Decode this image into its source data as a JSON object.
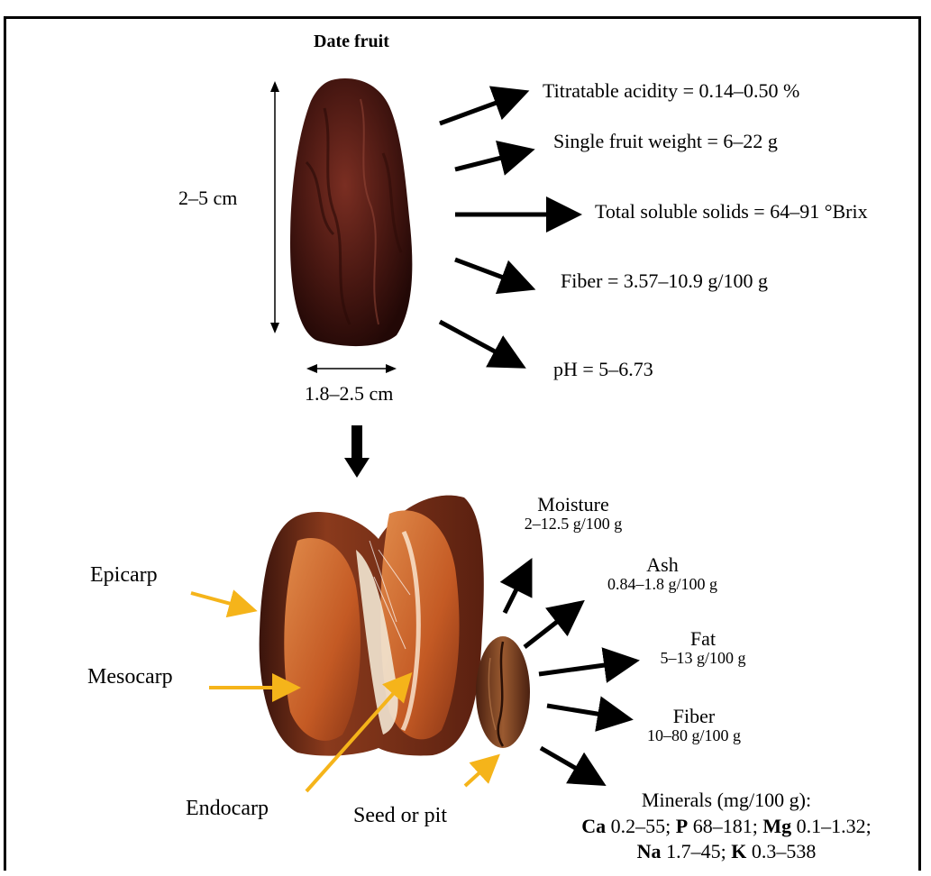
{
  "title": "Date fruit",
  "dimensions": {
    "length": "2–5 cm",
    "width": "1.8–2.5 cm"
  },
  "whole_fruit_properties": [
    {
      "text": "Titratable acidity = 0.14–0.50 %"
    },
    {
      "text": "Single fruit weight = 6–22 g"
    },
    {
      "text": "Total soluble solids = 64–91 °Brix"
    },
    {
      "text": "Fiber = 3.57–10.9 g/100 g"
    },
    {
      "text": "pH = 5–6.73"
    }
  ],
  "parts": {
    "epicarp": "Epicarp",
    "mesocarp": "Mesocarp",
    "endocarp": "Endocarp",
    "seed": "Seed or pit"
  },
  "seed_composition": {
    "moisture": {
      "name": "Moisture",
      "value": "2–12.5 g/100 g"
    },
    "ash": {
      "name": "Ash",
      "value": "0.84–1.8 g/100 g"
    },
    "fat": {
      "name": "Fat",
      "value": "5–13 g/100 g"
    },
    "fiber": {
      "name": "Fiber",
      "value": "10–80 g/100 g"
    },
    "minerals": {
      "heading": "Minerals (mg/100 g):",
      "items": [
        {
          "symbol": "Ca",
          "range": "0.2–55;"
        },
        {
          "symbol": "P",
          "range": "68–181;"
        },
        {
          "symbol": "Mg",
          "range": "0.1–1.32;"
        },
        {
          "symbol": "Na",
          "range": "1.7–45;"
        },
        {
          "symbol": "K",
          "range": "0.3–538"
        }
      ]
    }
  },
  "colors": {
    "arrow_black": "#000000",
    "arrow_yellow": "#F5B41A",
    "date_dark": "#3a1410",
    "date_mid": "#6b2a1c",
    "flesh": "#c8632a",
    "seed": "#7a3c1e"
  }
}
